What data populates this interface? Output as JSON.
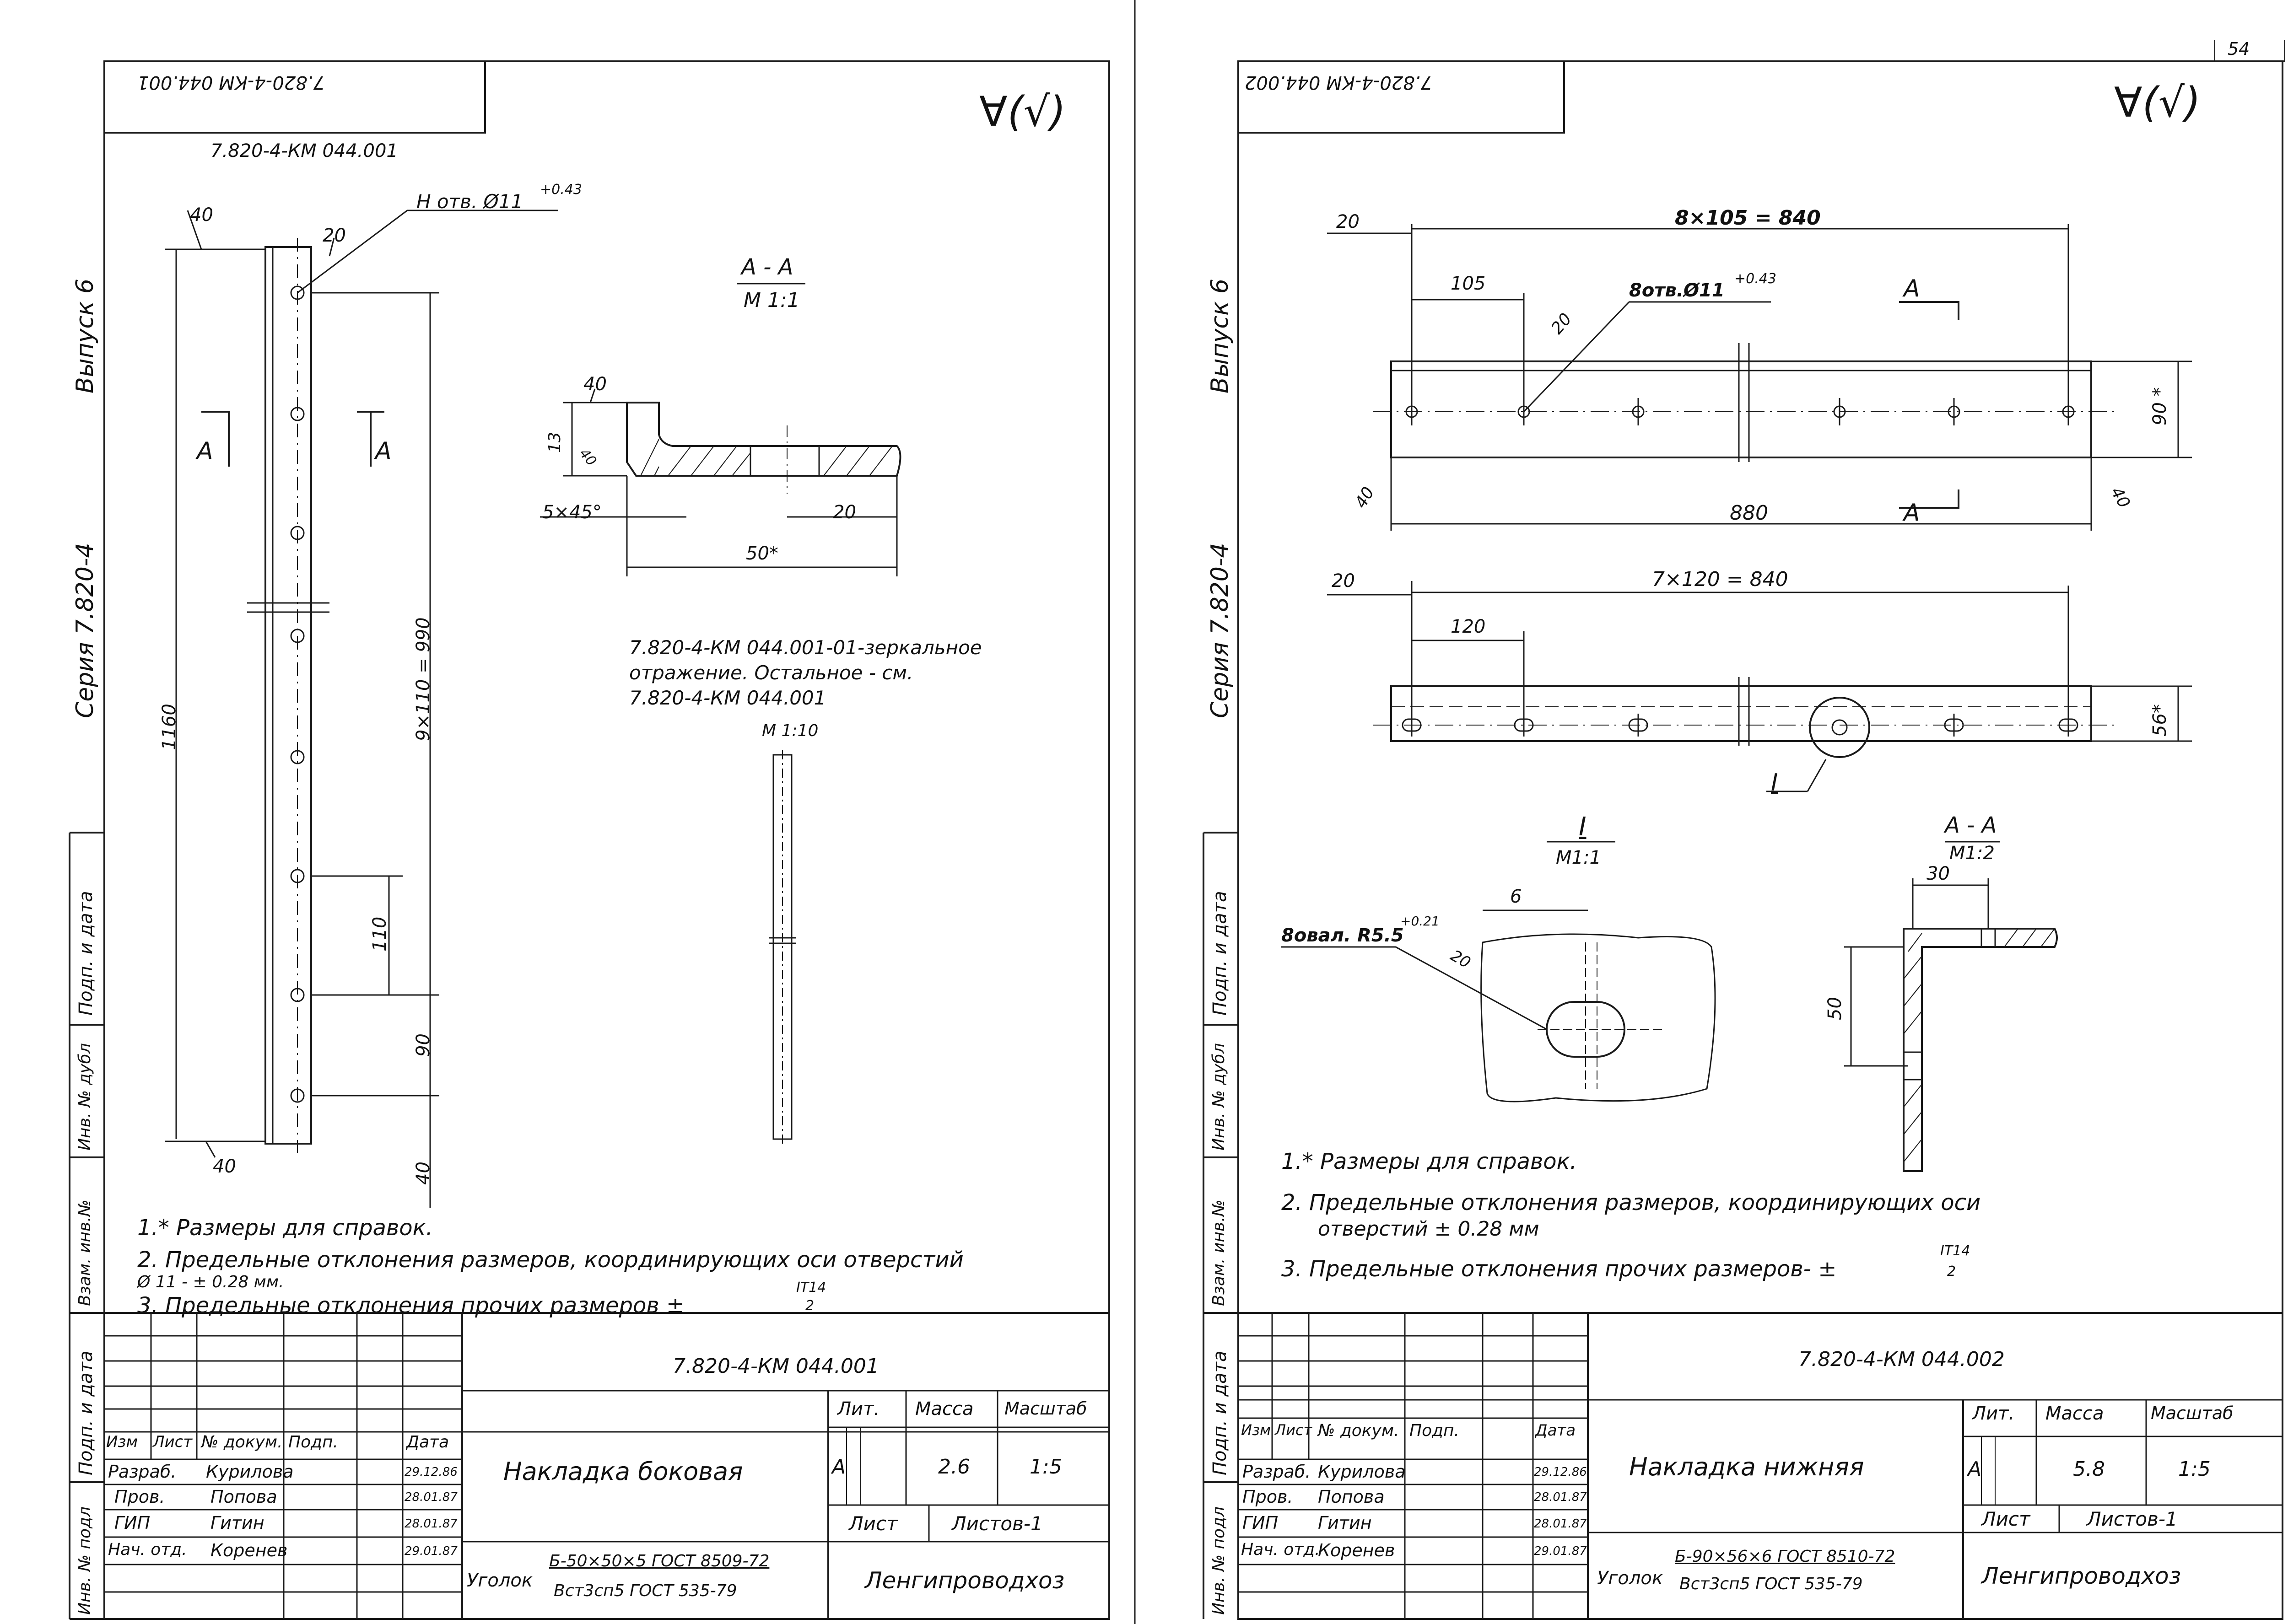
{
  "page_number": "54",
  "left": {
    "corner_code": "7.820-4-КМ 044.001",
    "roughness": "∀(√)",
    "drawing_title": "7.820-4-КМ 044.001",
    "series_strip": {
      "issue": "Выпуск 6",
      "series": "Серия 7.820-4"
    },
    "side_stamp": [
      "Подп. и дата",
      "Инв. № дубл",
      "Взам. инв.№",
      "Подп. и дата",
      "Инв. № подл"
    ],
    "holes_note": {
      "prefix": "Н отв. Ø11",
      "tol": "+0.43"
    },
    "dims": {
      "top_40": "40",
      "top_20": "20",
      "total_1160": "1160",
      "pitch_9x110": "9×110 = 990",
      "d110": "110",
      "d90": "90",
      "d40_bot": "40",
      "d40_base": "40"
    },
    "section_marks": [
      "А",
      "А"
    ],
    "section_title": "А - А",
    "section_scale": "М 1:1",
    "section_dims": {
      "d40": "40",
      "d13": "13",
      "d40b": "40",
      "chamfer": "5×45°",
      "d20": "20",
      "d50": "50*"
    },
    "mirror_note": [
      "7.820-4-КМ 044.001-01-зеркальное",
      "отражение. Остальное - см.",
      "7.820-4-КМ 044.001"
    ],
    "small_scale": "М 1:10",
    "notes": [
      "1.* Размеры для справок.",
      "2. Предельные отклонения размеров, координирующих оси отверстий",
      "Ø 11 - ± 0.28 мм.",
      "3. Предельные отклонения прочих размеров ±",
      "IT14",
      "2"
    ],
    "stamp": {
      "code": "7.820-4-КМ 044.001",
      "title": "Накладка боковая",
      "headers": {
        "izm": "Изм",
        "list": "Лист",
        "doc": "№ докум.",
        "sign": "Подп.",
        "date": "Дата",
        "lit": "Лит.",
        "mass": "Масса",
        "scale": "Масштаб"
      },
      "rows": [
        {
          "role": "Разраб.",
          "name": "Курилова",
          "date": "29.12.86"
        },
        {
          "role": "Пров.",
          "name": "Попова",
          "date": "28.01.87"
        },
        {
          "role": "ГИП",
          "name": "Гитин",
          "date": "28.01.87"
        },
        {
          "role": "Нач. отд.",
          "name": "Коренев",
          "date": "29.01.87"
        }
      ],
      "lit": "А",
      "mass": "2.6",
      "scale": "1:5",
      "sheet": "Лист",
      "sheets": "Листов-1",
      "material_label": "Уголок",
      "material_top": "Б-50×50×5 ГОСТ 8509-72",
      "material_bot": "Вст3сп5 ГОСТ 535-79",
      "org": "Ленгипроводхоз"
    }
  },
  "right": {
    "corner_code": "7.820-4-КМ 044.002",
    "roughness": "∀(√)",
    "series_strip": {
      "issue": "Выпуск 6",
      "series": "Серия 7.820-4"
    },
    "side_stamp": [
      "Подп. и дата",
      "Инв. № дубл",
      "Взам. инв.№",
      "Подп. и дата",
      "Инв. № подл"
    ],
    "top_view": {
      "d20": "20",
      "pitch": "8×105 = 840",
      "d105": "105",
      "holes": "8отв.Ø11",
      "tol": "+0.43",
      "d20b": "20",
      "d90": "90 *",
      "d40": "40",
      "d880": "880",
      "d40b": "40",
      "mark": "А"
    },
    "bottom_view": {
      "d20": "20",
      "pitch": "7×120 = 840",
      "d120": "120",
      "d56": "56*",
      "callout": "I"
    },
    "detail": {
      "title": "I",
      "scale": "М1:1",
      "d6": "6",
      "slots": "8овал. R5.5",
      "tol": "+0.21",
      "d20": "20"
    },
    "section": {
      "title": "А - А",
      "scale": "М1:2",
      "d30": "30",
      "d50": "50"
    },
    "notes": [
      "1.* Размеры для справок.",
      "2. Предельные отклонения размеров, координирующих оси",
      "отверстий ± 0.28 мм",
      "3. Предельные отклонения прочих размеров- ±",
      "IT14",
      "2"
    ],
    "stamp": {
      "code": "7.820-4-КМ 044.002",
      "title": "Накладка нижняя",
      "headers": {
        "izm": "Изм",
        "list": "Лист",
        "doc": "№ докум.",
        "sign": "Подп.",
        "date": "Дата",
        "lit": "Лит.",
        "mass": "Масса",
        "scale": "Масштаб"
      },
      "rows": [
        {
          "role": "Разраб.",
          "name": "Курилова",
          "date": "29.12.86"
        },
        {
          "role": "Пров.",
          "name": "Попова",
          "date": "28.01.87"
        },
        {
          "role": "ГИП",
          "name": "Гитин",
          "date": "28.01.87"
        },
        {
          "role": "Нач. отд.",
          "name": "Коренев",
          "date": "29.01.87"
        }
      ],
      "lit": "А",
      "mass": "5.8",
      "scale": "1:5",
      "sheet": "Лист",
      "sheets": "Листов-1",
      "material_label": "Уголок",
      "material_top": "Б-90×56×6 ГОСТ 8510-72",
      "material_bot": "Вст3сп5 ГОСТ 535-79",
      "org": "Ленгипроводхоз"
    }
  }
}
